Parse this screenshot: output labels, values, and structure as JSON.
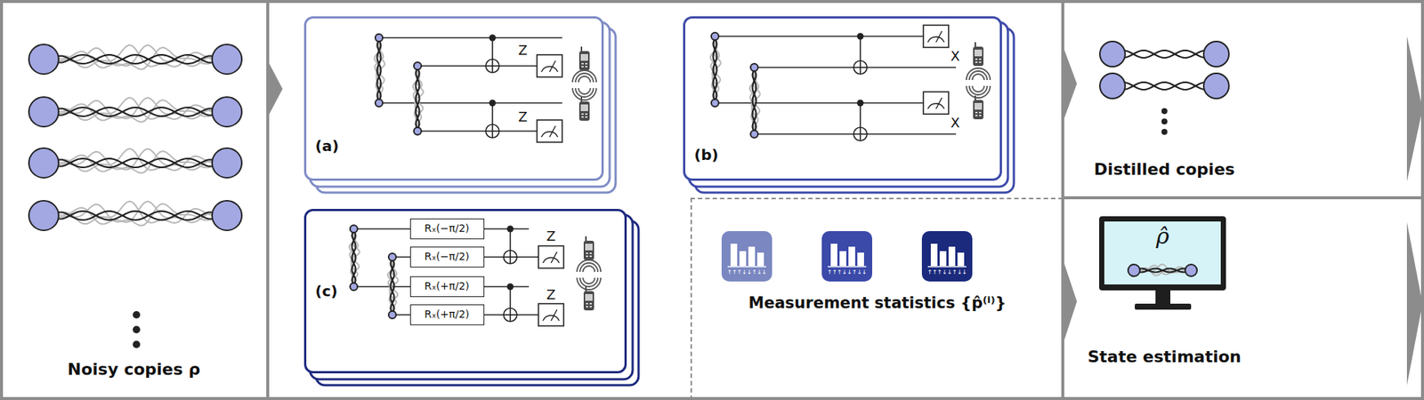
{
  "diagram": {
    "nodes": [
      {
        "text": [
          "Noisy copies ρ"
        ]
      },
      {
        "text": [
          "(a)"
        ]
      },
      {
        "text": [
          "(b)"
        ]
      },
      {
        "text": [
          "(c)"
        ]
      },
      {
        "text": [
          "Rₓ(−π/2)"
        ],
        "in": 3
      },
      {
        "text": [
          "Rₓ(−π/2)"
        ],
        "in": 3
      },
      {
        "text": [
          "Rₓ(+π/2)"
        ],
        "in": 3
      },
      {
        "text": [
          "Rₓ(+π/2)"
        ],
        "in": 3
      },
      {
        "text": [
          "Measurement statistics {p̂⁽ⁱ⁾}"
        ]
      },
      {
        "text": [
          "↑↑↑↓↓↑↓↓"
        ],
        "in": 8
      },
      {
        "text": [
          "↑↑↑↓↓↑↓↓"
        ],
        "in": 8
      },
      {
        "text": [
          "↑↑↑↓↓↑↓↓"
        ],
        "in": 8
      },
      {
        "text": [
          "Distilled copies"
        ]
      },
      {
        "text": [
          "State estimation"
        ]
      },
      {
        "text": [
          "ρ̂"
        ],
        "in": 13
      }
    ],
    "labels": [
      "Z",
      "Z",
      "X",
      "X",
      "Z",
      "Z"
    ]
  }
}
